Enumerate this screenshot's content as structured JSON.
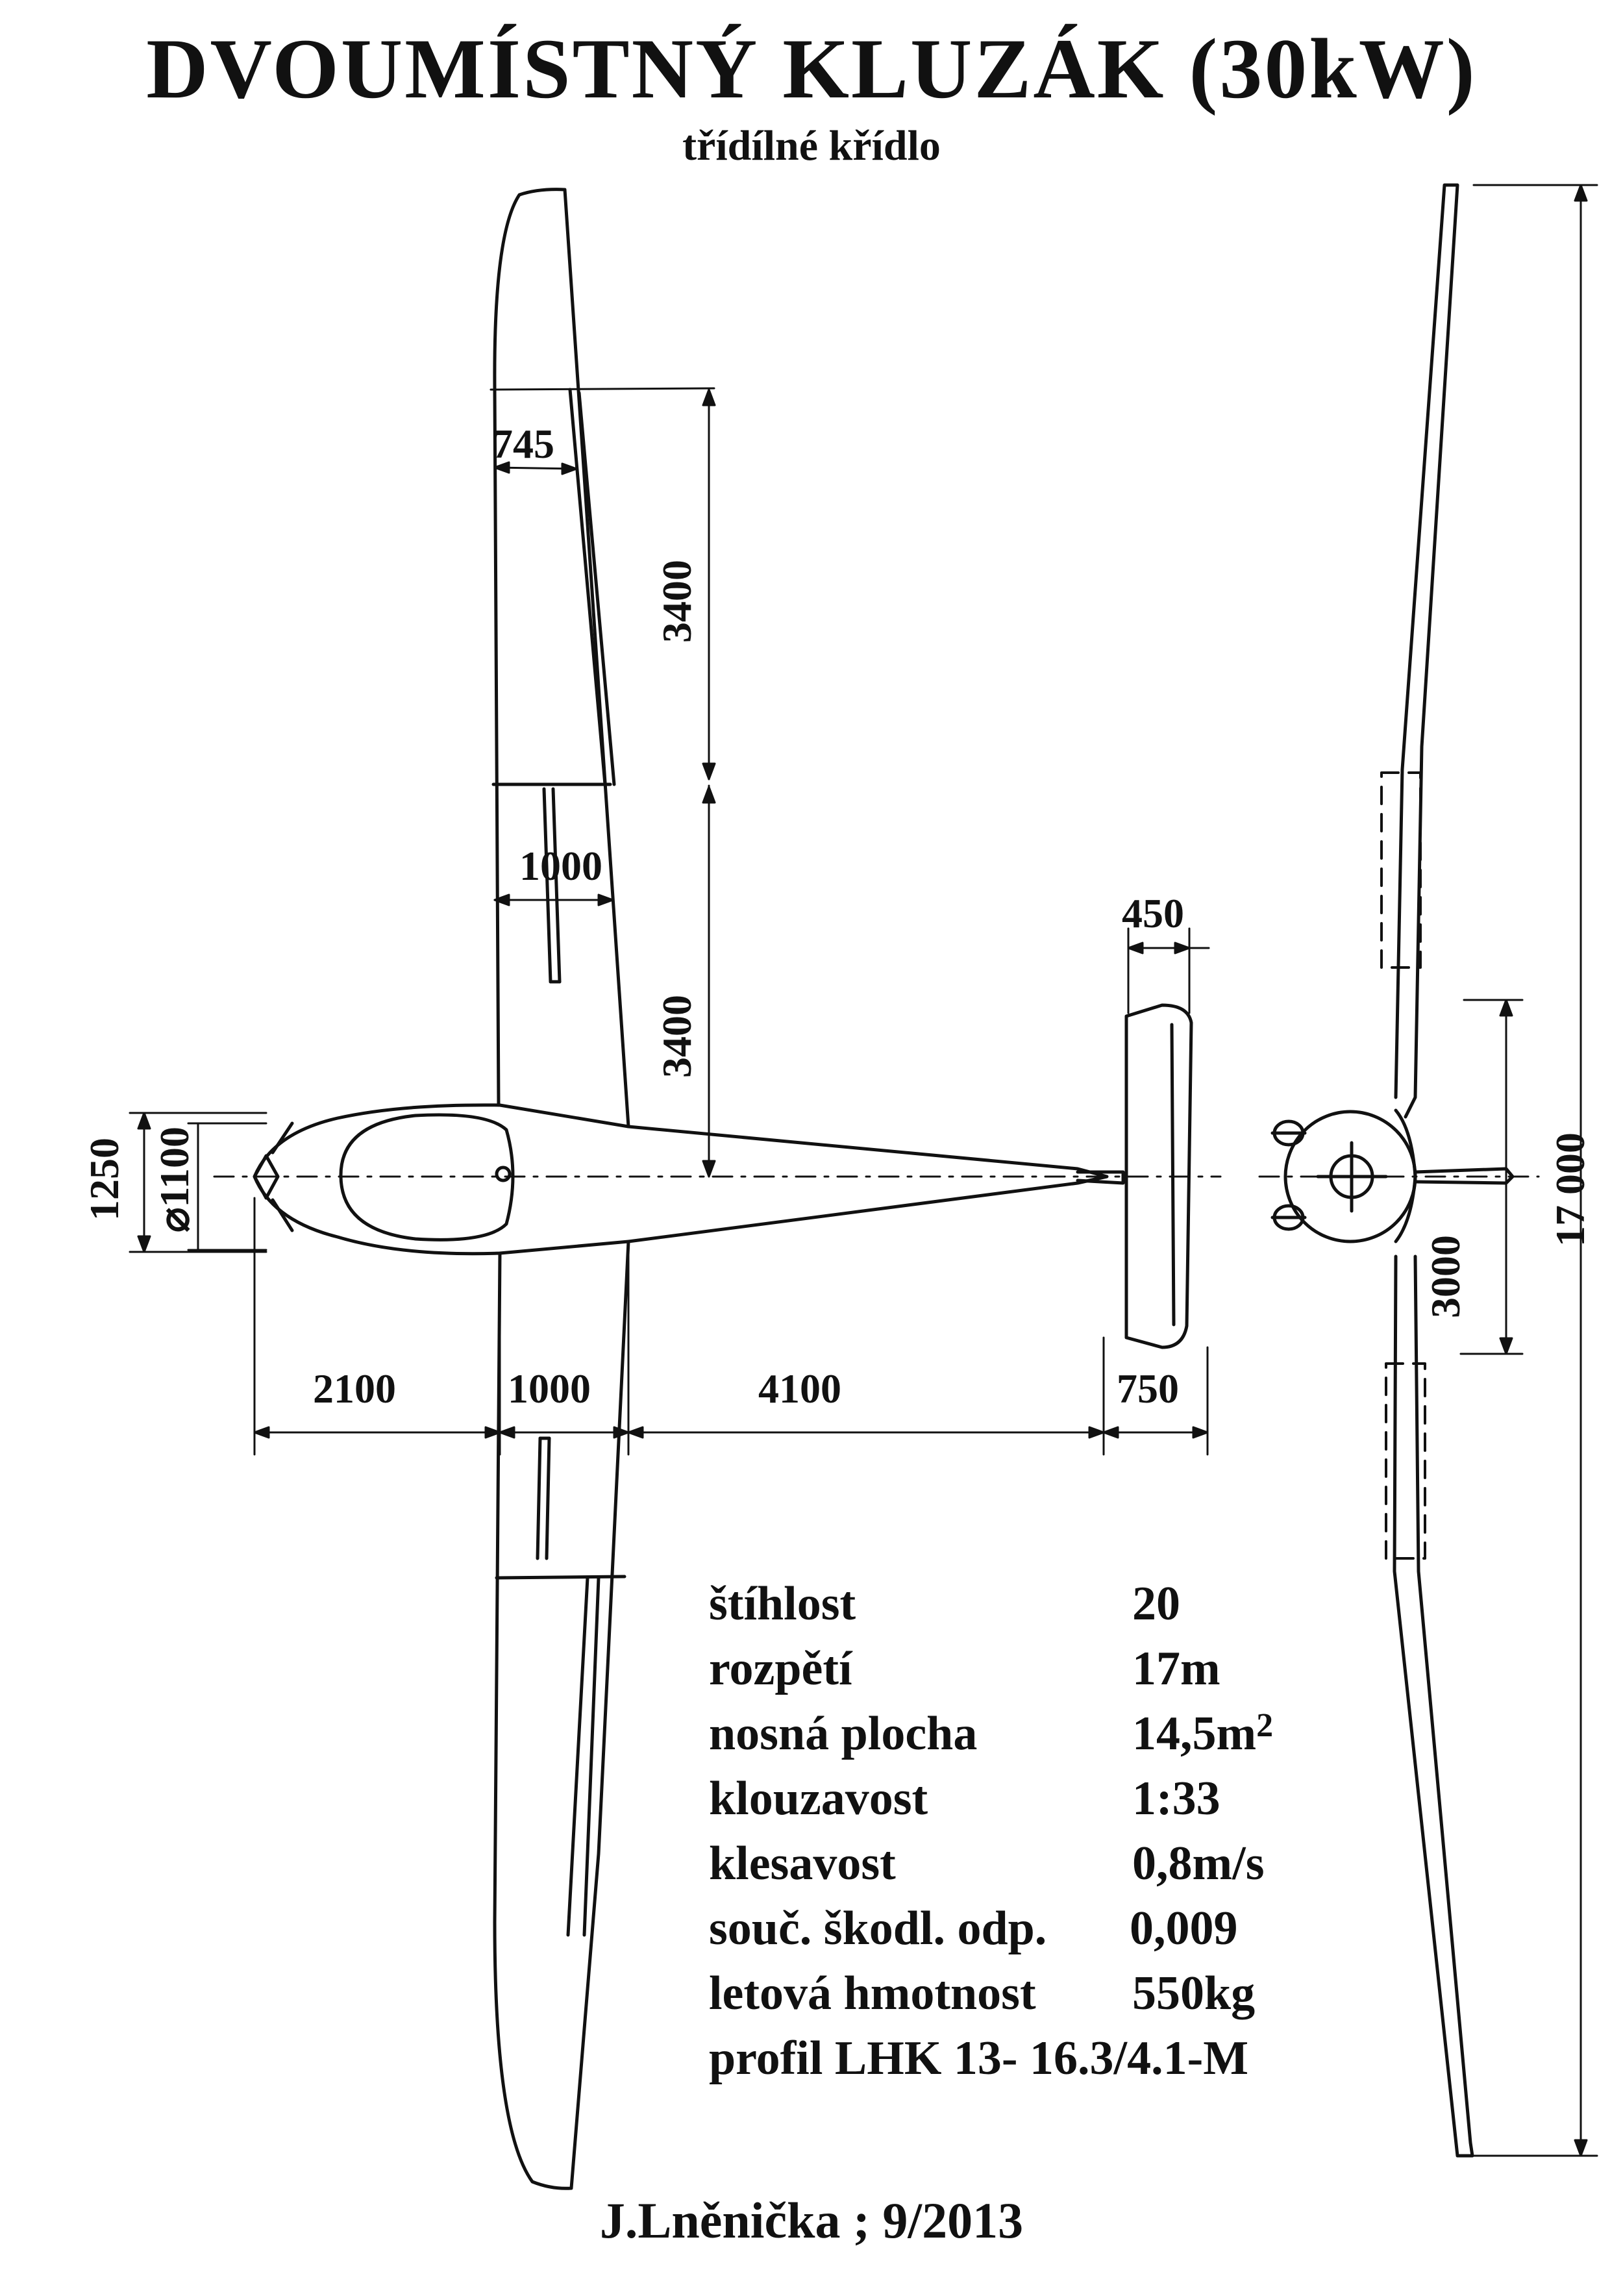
{
  "title": "DVOUMÍSTNÝ  KLUZÁK (30kW)",
  "subtitle": "třídílné  křídlo",
  "dimensions": {
    "wing_tip_aileron_chord": "745",
    "outer_panel_length": "3400",
    "inner_panel_length": "3400",
    "center_chord": "1000",
    "tailplane_chord": "450",
    "fuselage_height": "1250",
    "fuselage_diameter": "⌀1100",
    "nose_to_wing": "2100",
    "wing_root_chord": "1000",
    "wing_to_tail": "4100",
    "tail_length": "750",
    "tailplane_span": "3000",
    "wingspan": "17 000"
  },
  "specs": [
    {
      "label": "štíhlost",
      "value": "20"
    },
    {
      "label": "rozpětí",
      "value": "17m"
    },
    {
      "label": "nosná plocha",
      "value": "14,5m",
      "exponent": "2"
    },
    {
      "label": "klouzavost",
      "value": "1:33"
    },
    {
      "label": "klesavost",
      "value": "0,8m/s"
    },
    {
      "label": "souč. škodl. odp.",
      "value": "0,009"
    },
    {
      "label": "letová hmotnost",
      "value": "550kg"
    },
    {
      "label": "profil  LHK 13- 16.3/4.1-M",
      "value": ""
    }
  ],
  "author": "J.Lněnička ; 9/2013"
}
